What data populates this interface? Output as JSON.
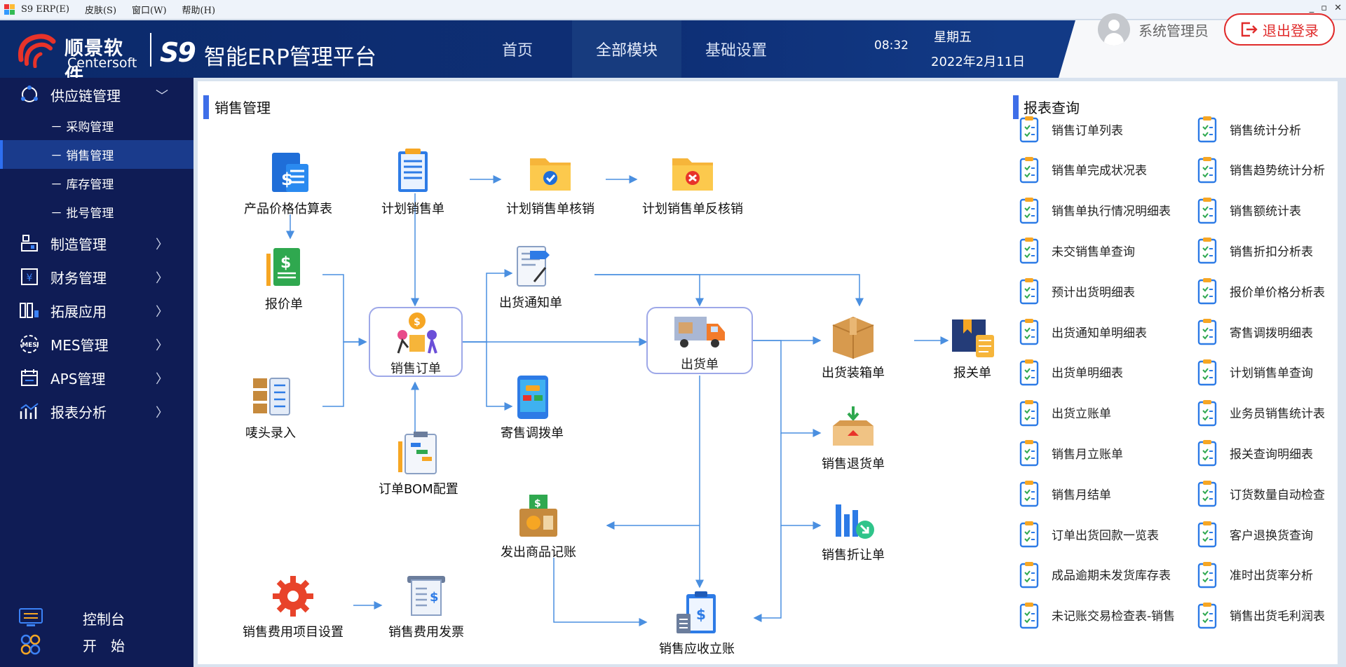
{
  "window": {
    "menu": [
      "S9 ERP(E)",
      "皮肤(S)",
      "窗口(W)",
      "帮助(H)"
    ],
    "controls": [
      "_",
      "▫",
      "✕"
    ]
  },
  "header": {
    "logo_cn": "顺景软件",
    "logo_en": "Centersoft",
    "product_mark": "S9",
    "title": "智能ERP管理平台",
    "tabs": [
      {
        "label": "首页",
        "active": false
      },
      {
        "label": "全部模块",
        "active": true
      },
      {
        "label": "基础设置",
        "active": false
      }
    ],
    "time": "08:32",
    "weekday": "星期五",
    "date": "2022年2月11日",
    "user": "系统管理员",
    "logout": "退出登录"
  },
  "sidebar": {
    "groups": [
      {
        "label": "供应链管理",
        "icon": "supply-chain-icon",
        "expanded": true,
        "children": [
          {
            "label": "－ 采购管理",
            "active": false
          },
          {
            "label": "－ 销售管理",
            "active": true
          },
          {
            "label": "－ 库存管理",
            "active": false
          },
          {
            "label": "－ 批号管理",
            "active": false
          }
        ]
      },
      {
        "label": "制造管理",
        "icon": "manufacturing-icon"
      },
      {
        "label": "财务管理",
        "icon": "finance-icon"
      },
      {
        "label": "拓展应用",
        "icon": "extension-icon"
      },
      {
        "label": "MES管理",
        "icon": "mes-icon"
      },
      {
        "label": "APS管理",
        "icon": "aps-icon"
      },
      {
        "label": "报表分析",
        "icon": "report-analysis-icon"
      }
    ],
    "bottom": [
      {
        "label": "控制台",
        "icon": "console-icon"
      },
      {
        "label": "开　始",
        "icon": "start-icon"
      }
    ]
  },
  "sales": {
    "title": "销售管理",
    "nodes": {
      "price_estimate": "产品价格估算表",
      "plan_sales": "计划销售单",
      "plan_verify": "计划销售单核销",
      "plan_unverify": "计划销售单反核销",
      "quote": "报价单",
      "ship_notice": "出货通知单",
      "sales_order": "销售订单",
      "shipment": "出货单",
      "packing": "出货装箱单",
      "customs": "报关单",
      "mark_entry": "唛头录入",
      "consign_transfer": "寄售调拨单",
      "sales_return": "销售退货单",
      "order_bom": "订单BOM配置",
      "goods_issued": "发出商品记账",
      "sales_discount": "销售折让单",
      "expense_setup": "销售费用项目设置",
      "expense_invoice": "销售费用发票",
      "receivable": "销售应收立账"
    }
  },
  "reports": {
    "title": "报表查询",
    "left": [
      "销售订单列表",
      "销售单完成状况表",
      "销售单执行情况明细表",
      "未交销售单查询",
      "预计出货明细表",
      "出货通知单明细表",
      "出货单明细表",
      "出货立账单",
      "销售月立账单",
      "销售月结单",
      "订单出货回款一览表",
      "成品逾期未发货库存表",
      "未记账交易检查表-销售"
    ],
    "right": [
      "销售统计分析",
      "销售趋势统计分析",
      "销售额统计表",
      "销售折扣分析表",
      "报价单价格分析表",
      "寄售调拨明细表",
      "计划销售单查询",
      "业务员销售统计表",
      "报关查询明细表",
      "订货数量自动检查",
      "客户退换货查询",
      "准时出货率分析",
      "销售出货毛利润表"
    ]
  },
  "colors": {
    "header": "#0e2f76",
    "sidebar": "#0f1c55",
    "accent": "#3e6ee8",
    "logout": "#e02b2b",
    "flow_line": "#4a8fe0"
  }
}
